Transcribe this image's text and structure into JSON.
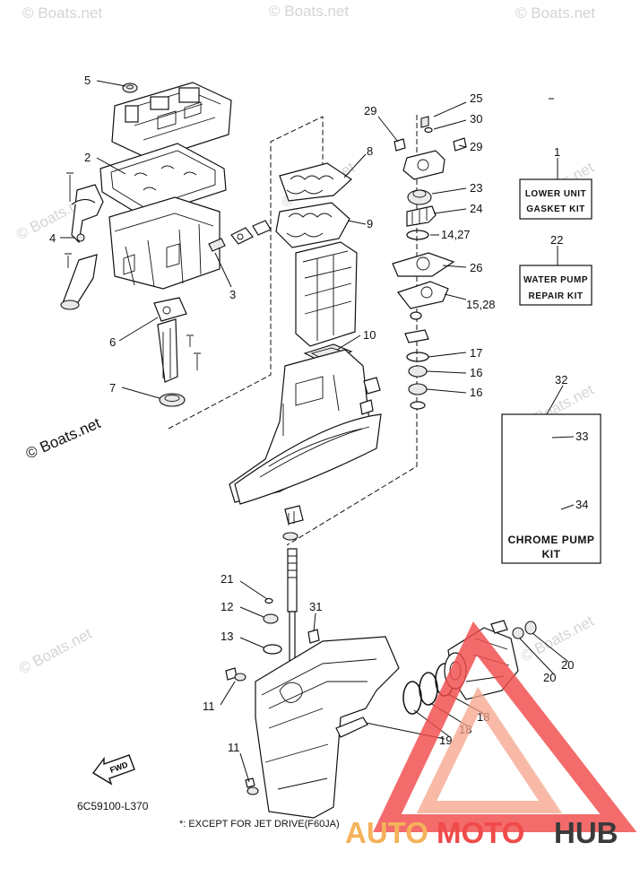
{
  "watermark": {
    "text": "© Boats.net",
    "main_text": "© Boats.net"
  },
  "callouts": {
    "c1": "1",
    "c2": "2",
    "c3": "3",
    "c4": "4",
    "c5": "5",
    "c6": "6",
    "c7": "7",
    "c8": "8",
    "c9": "9",
    "c10": "10",
    "c11a": "11",
    "c11b": "11",
    "c12": "12",
    "c13": "13",
    "c14_27": "14,27",
    "c15_28": "15,28",
    "c16a": "16",
    "c16b": "16",
    "c17": "17",
    "c18a": "18",
    "c18b": "18",
    "c19": "19",
    "c20a": "20",
    "c20b": "20",
    "c21": "21",
    "c22": "22",
    "c23": "23",
    "c24": "24",
    "c25": "25",
    "c26": "26",
    "c29a": "29",
    "c29b": "29",
    "c30": "30",
    "c31": "31",
    "c32": "32",
    "c33": "33",
    "c34": "34"
  },
  "kits": {
    "lower_unit_line1": "LOWER UNIT",
    "lower_unit_line2": "GASKET KIT",
    "water_pump_line1": "WATER PUMP",
    "water_pump_line2": "REPAIR KIT",
    "chrome_pump_line1": "CHROME PUMP",
    "chrome_pump_line2": "KIT"
  },
  "fwd_label": "FWD",
  "diagram_code": "6C59100-L370",
  "footnote": "*: EXCEPT FOR JET DRIVE(F60JA)",
  "logo": {
    "part1": "AUTO",
    "part2": "MOTO",
    "part3": "HUB",
    "color_main": "#f04a4a",
    "color_light": "#f6a38a",
    "color_dark": "#3a3a3a"
  }
}
